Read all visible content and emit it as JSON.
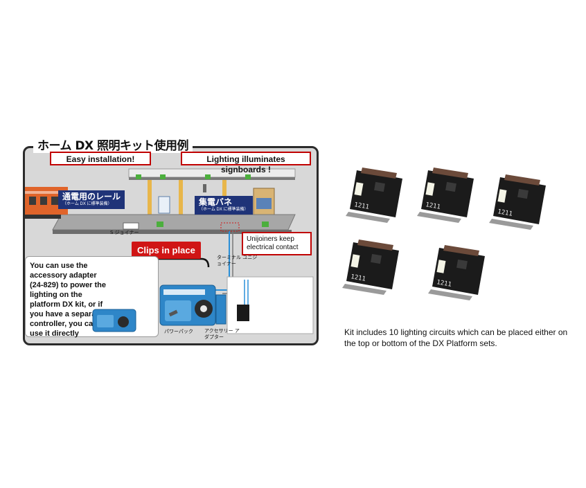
{
  "diagram": {
    "title": "ホーム DX 照明キット使用例",
    "callout_easy": "Easy installation!",
    "callout_signboards": "Lighting illuminates signboards !",
    "label_rail": "通電用のレール",
    "label_rail_sub": "（ホーム DX に標準装備）",
    "label_spring": "集電バネ",
    "label_spring_sub": "（ホーム DX に標準装備）",
    "label_s_joiner": "S ジョイナー",
    "label_clips": "Clips in place",
    "label_unijoiners": "Unijoiners keep electrical contact",
    "label_terminal": "ターミナル ユニジョイナー",
    "label_powerpack": "パワーパック",
    "label_adapter": "アクセサリー アダプター",
    "info_text": "You can use the accessory adapter (24-829) to power the lighting on the platform DX kit, or if you have a separate controller, you can use it directly"
  },
  "product": {
    "chip_marking": "1211",
    "caption": "Kit includes 10 lighting circuits which can be placed either on the top or bottom of the DX Platform sets."
  },
  "colors": {
    "callout_border": "#c00000",
    "red_label": "#d01515",
    "navy_label": "#1f3378",
    "powerpack_blue": "#2e86c8",
    "train_orange": "#e0642a"
  }
}
